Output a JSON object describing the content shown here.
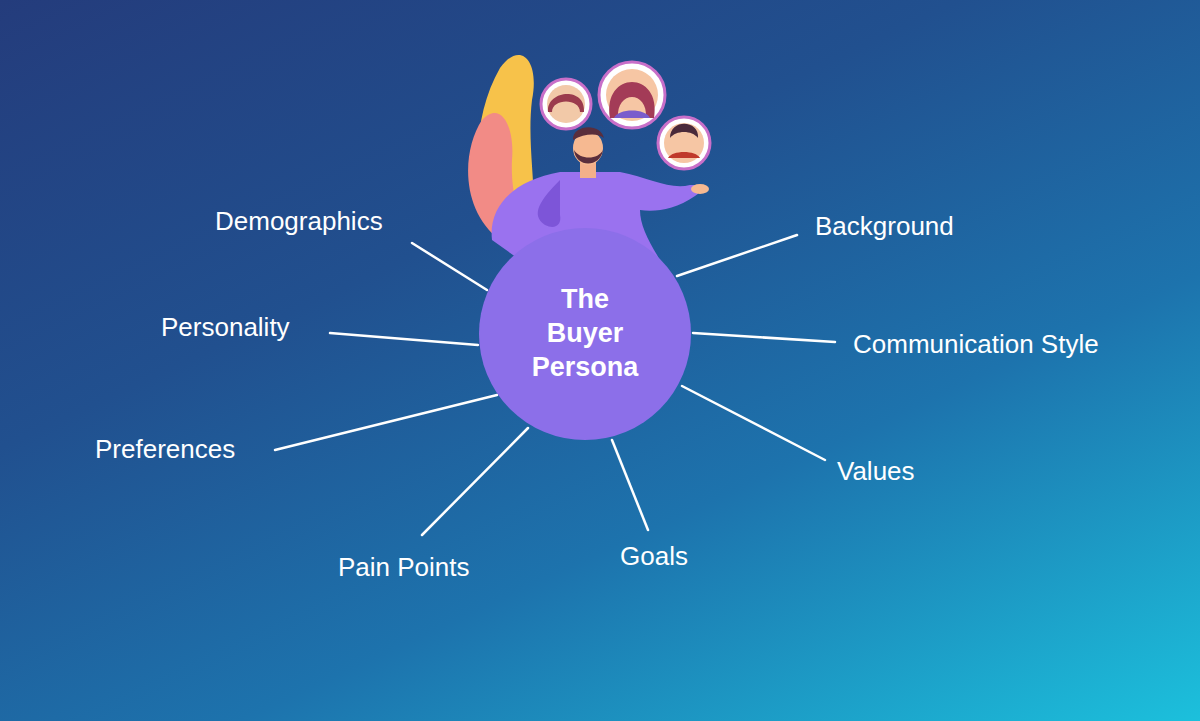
{
  "diagram": {
    "nodes": [
      {
        "text": [
          "The Buyer Persona"
        ]
      }
    ],
    "labels": [
      "Demographics",
      "Background",
      "Personality",
      "Communication Style",
      "Preferences",
      "Values",
      "Pain Points",
      "Goals"
    ]
  }
}
